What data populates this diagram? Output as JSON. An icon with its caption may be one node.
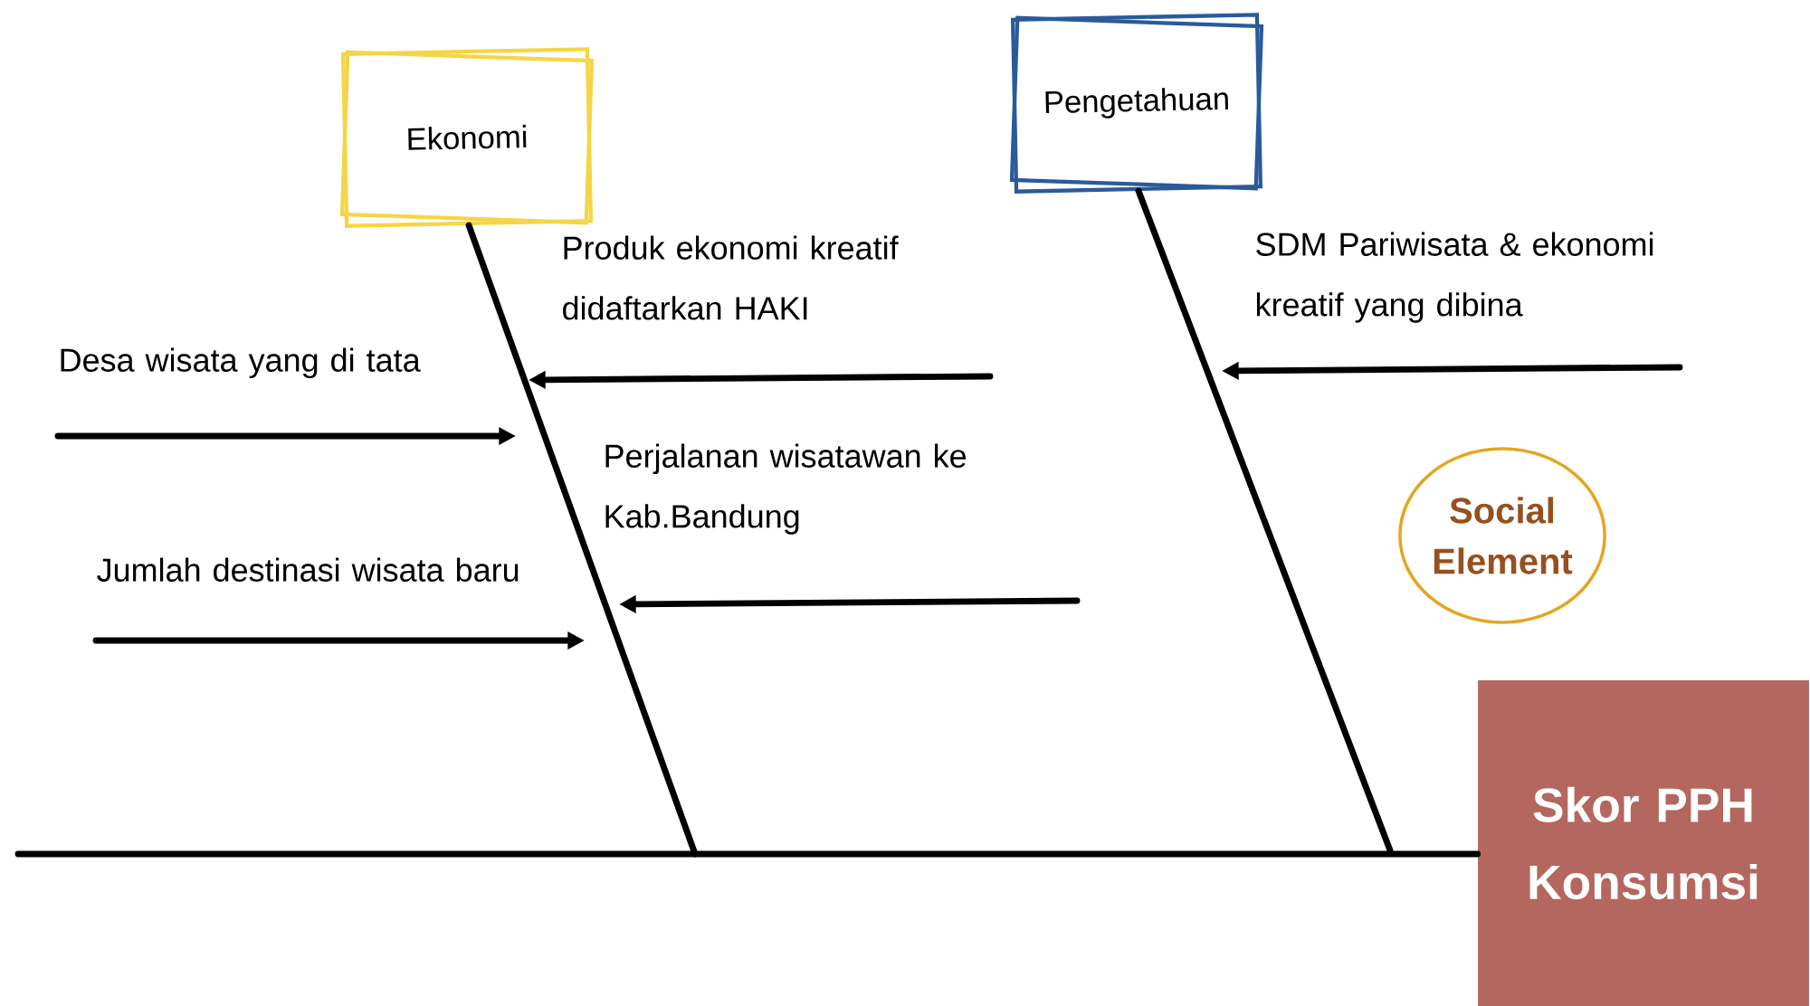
{
  "diagram": {
    "nodes": [
      {
        "text": [
          "Ekonomi"
        ]
      },
      {
        "text": [
          "Pengetahuan"
        ]
      },
      {
        "text": [
          "Skor PPH Konsumsi"
        ]
      },
      {
        "text": [
          "Social Element"
        ]
      }
    ],
    "edges": [
      {
        "from": null,
        "to": 2,
        "arrow": "none"
      },
      {
        "from": 0,
        "to": null,
        "arrow": "none"
      },
      {
        "from": 1,
        "to": null,
        "arrow": "none"
      }
    ],
    "labels": [
      "Produk ekonomi kreatif didaftarkan HAKI",
      "Desa wisata yang di tata",
      "Perjalanan wisatawan ke Kab.Bandung",
      "Jumlah destinasi wisata baru",
      "SDM Pariwisata & ekonomi kreatif yang dibina"
    ]
  }
}
